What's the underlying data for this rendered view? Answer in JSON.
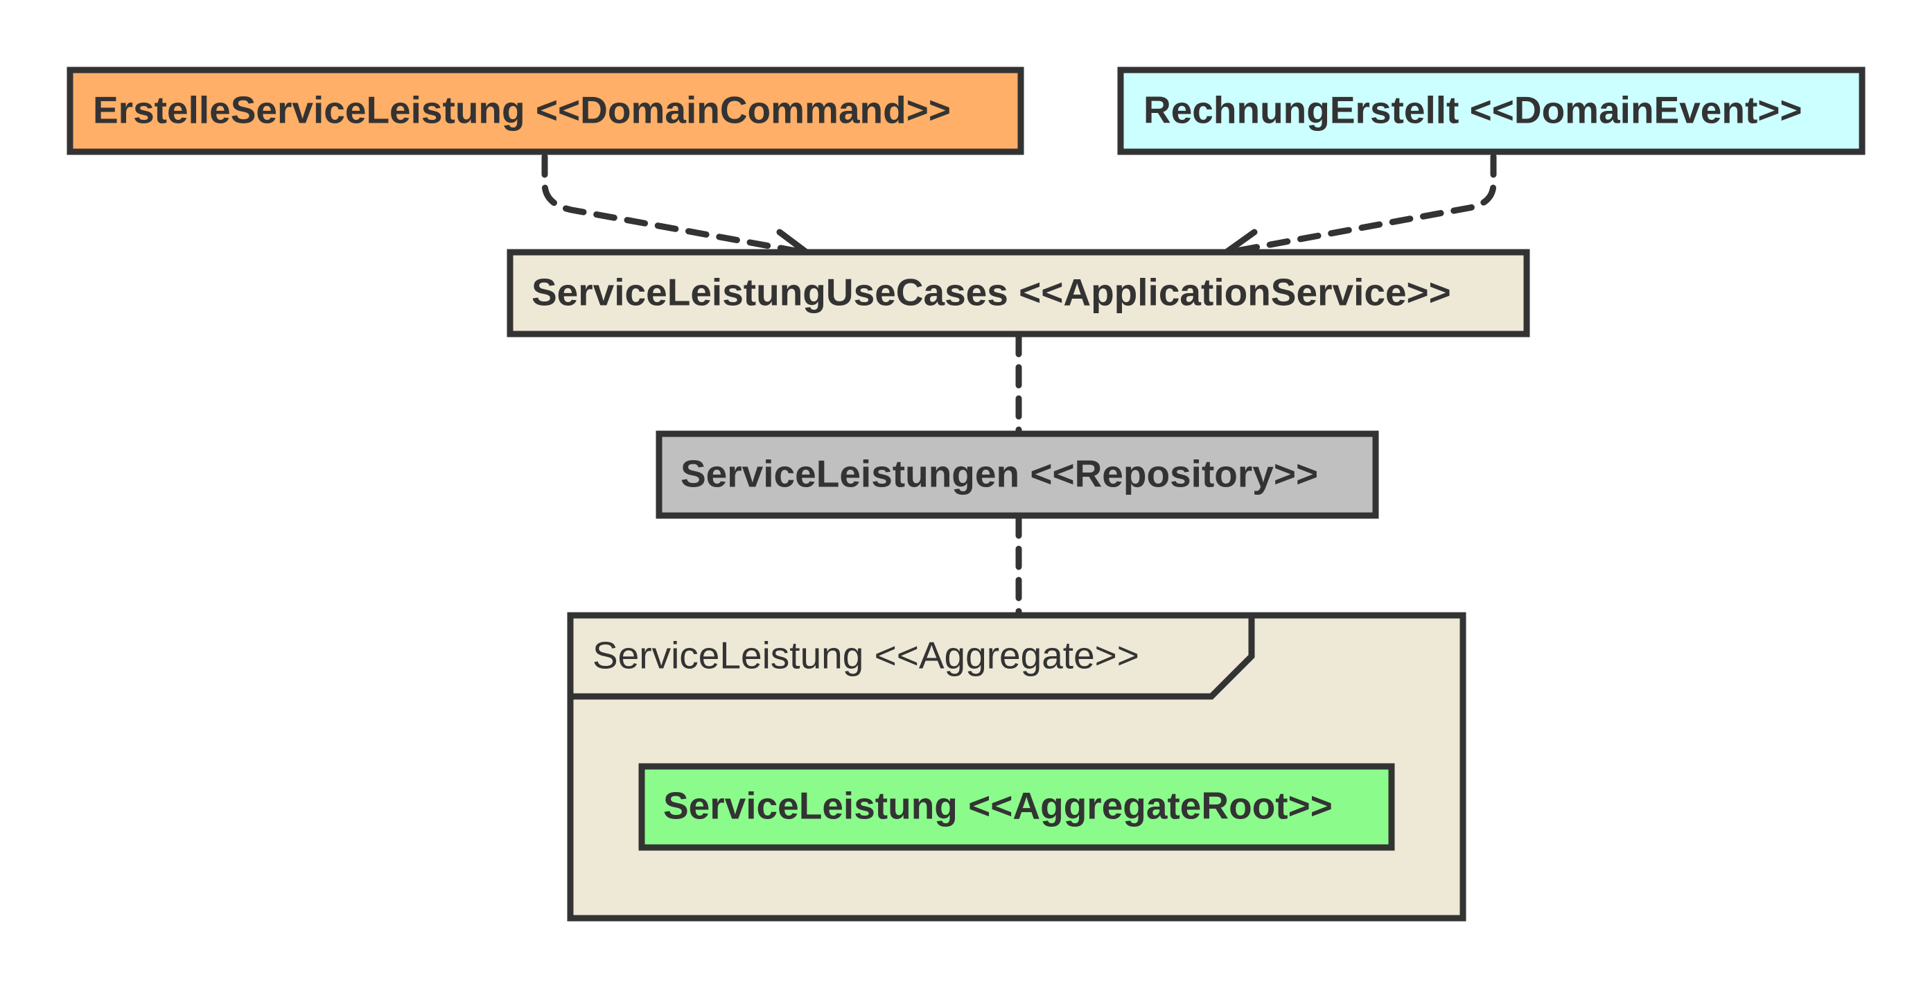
{
  "diagram": {
    "nodes": {
      "command": {
        "label": "ErstelleServiceLeistung <<DomainCommand>>",
        "fill": "#FFAF67"
      },
      "event": {
        "label": "RechnungErstellt <<DomainEvent>>",
        "fill": "#CCFFFF"
      },
      "app_service": {
        "label": "ServiceLeistungUseCases <<ApplicationService>>",
        "fill": "#EEE8D6"
      },
      "repository": {
        "label": "ServiceLeistungen <<Repository>>",
        "fill": "#C0C0C0"
      },
      "aggregate": {
        "label": "ServiceLeistung <<Aggregate>>",
        "fill": "#EEE8D6"
      },
      "aggregate_root": {
        "label": "ServiceLeistung <<AggregateRoot>>",
        "fill": "#8BFB8B"
      }
    },
    "edges": [
      {
        "from": "command",
        "to": "app_service",
        "style": "dashed",
        "arrow": "open"
      },
      {
        "from": "event",
        "to": "app_service",
        "style": "dashed",
        "arrow": "open"
      },
      {
        "from": "app_service",
        "to": "repository",
        "style": "dashed",
        "arrow": "none"
      },
      {
        "from": "repository",
        "to": "aggregate",
        "style": "dashed",
        "arrow": "none"
      }
    ],
    "colors": {
      "stroke": "#333333",
      "text": "#333333",
      "background": "#FFFFFF"
    }
  }
}
